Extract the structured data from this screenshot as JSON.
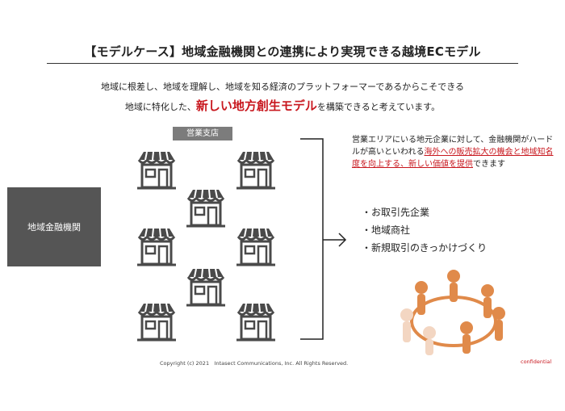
{
  "slide": {
    "title": "【モデルケース】地域金融機関との連携により実現できる越境ECモデル",
    "lead_line1": "地域に根差し、地域を理解し、地域を知る経済のプラットフォーマーであるからこそできる",
    "lead_line2_pre": "地域に特化した、",
    "lead_line2_emph": "新しい地方創生モデル",
    "lead_line2_post": "を構築できると考えています。",
    "branch_label": "営業支店",
    "bank_label": "地域金融機関",
    "desc_pre": "営業エリアにいる地元企業に対して、金融機関がハードルが高いといわれる",
    "desc_emph": "海外への販売拡大の機会と地域知名度を向上する、新しい価値を提供",
    "desc_post": "できます",
    "bullets": [
      "・お取引先企業",
      "・地域商社",
      "・新規取引のきっかけづくり"
    ],
    "footer": "Copyright (c) 2021　Intasect Communications, Inc. All Rights Reserved.",
    "confidential": "confidential"
  },
  "icons": {
    "shop": "store-icon",
    "people": "people-circle-illustration"
  },
  "colors": {
    "accent_red": "#c8171e",
    "bank_box": "#555555",
    "branch_label": "#7c7c7c",
    "figure": "#e08a4a"
  }
}
